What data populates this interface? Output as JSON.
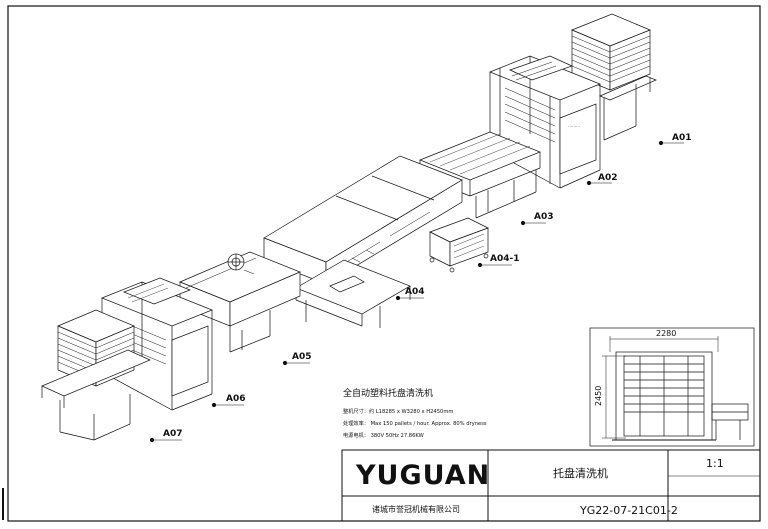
{
  "drawing": {
    "callouts": [
      {
        "id": "a01",
        "label": "A01"
      },
      {
        "id": "a02",
        "label": "A02"
      },
      {
        "id": "a03",
        "label": "A03"
      },
      {
        "id": "a04-1",
        "label": "A04-1"
      },
      {
        "id": "a04",
        "label": "A04"
      },
      {
        "id": "a05",
        "label": "A05"
      },
      {
        "id": "a06",
        "label": "A06"
      },
      {
        "id": "a07",
        "label": "A07"
      }
    ],
    "description": {
      "title": "全自动塑料托盘清洗机",
      "lines": [
        "整机尺寸：约 L18285 x W3280 x H2450mm",
        "处理效率：  Max 150 pallets / hour. Approx. 80% dryness",
        "电源电机：  380V 50Hz    27.86KW"
      ]
    },
    "side_view": {
      "width_dim": "2280",
      "height_dim": "2450"
    }
  },
  "title_block": {
    "brand": "YUGUAN",
    "product_name": "托盘清洗机",
    "scale": "1:1",
    "company": "诸城市誉冠机械有限公司",
    "drawing_no": "YG22-07-21C01-2"
  }
}
